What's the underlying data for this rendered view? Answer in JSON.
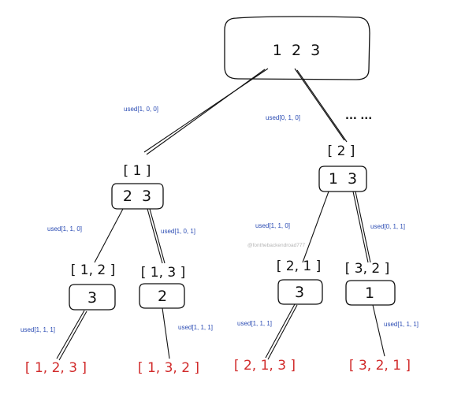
{
  "root": {
    "text": "1  2  3"
  },
  "ellipsis": "... ...",
  "watermark": "@fonthebackendroad777",
  "nodes": [
    {
      "id": "l1",
      "label": "[ 1 ]",
      "remaining": "2  3"
    },
    {
      "id": "r1",
      "label": "[ 2 ]",
      "remaining": "1  3"
    },
    {
      "id": "l1a",
      "label": "[ 1, 2 ]",
      "remaining": "3"
    },
    {
      "id": "l1b",
      "label": "[ 1, 3 ]",
      "remaining": "2"
    },
    {
      "id": "r1a",
      "label": "[ 2, 1 ]",
      "remaining": "3"
    },
    {
      "id": "r1b",
      "label": "[ 3, 2 ]",
      "remaining": "1"
    }
  ],
  "edge_labels": {
    "root_left": "used[1, 0, 0]",
    "root_right": "used[0, 1, 0]",
    "l1_left": "used[1, 1, 0]",
    "l1_right": "used[1, 0, 1]",
    "r1_left": "used[1, 1, 0]",
    "r1_right": "used[0, 1, 1]",
    "l1a_down": "used[1, 1, 1]",
    "l1b_down": "used[1, 1, 1]",
    "r1a_down": "used[1, 1, 1]",
    "r1b_down": "used[1, 1, 1]"
  },
  "results": [
    "[ 1, 2, 3 ]",
    "[ 1, 3, 2 ]",
    "[ 2, 1, 3 ]",
    "[ 3, 2, 1 ]"
  ],
  "colors": {
    "ink": "#111111",
    "edge_label": "#2a4bb3",
    "result": "#d12b2b",
    "watermark": "#b5b5b5"
  }
}
